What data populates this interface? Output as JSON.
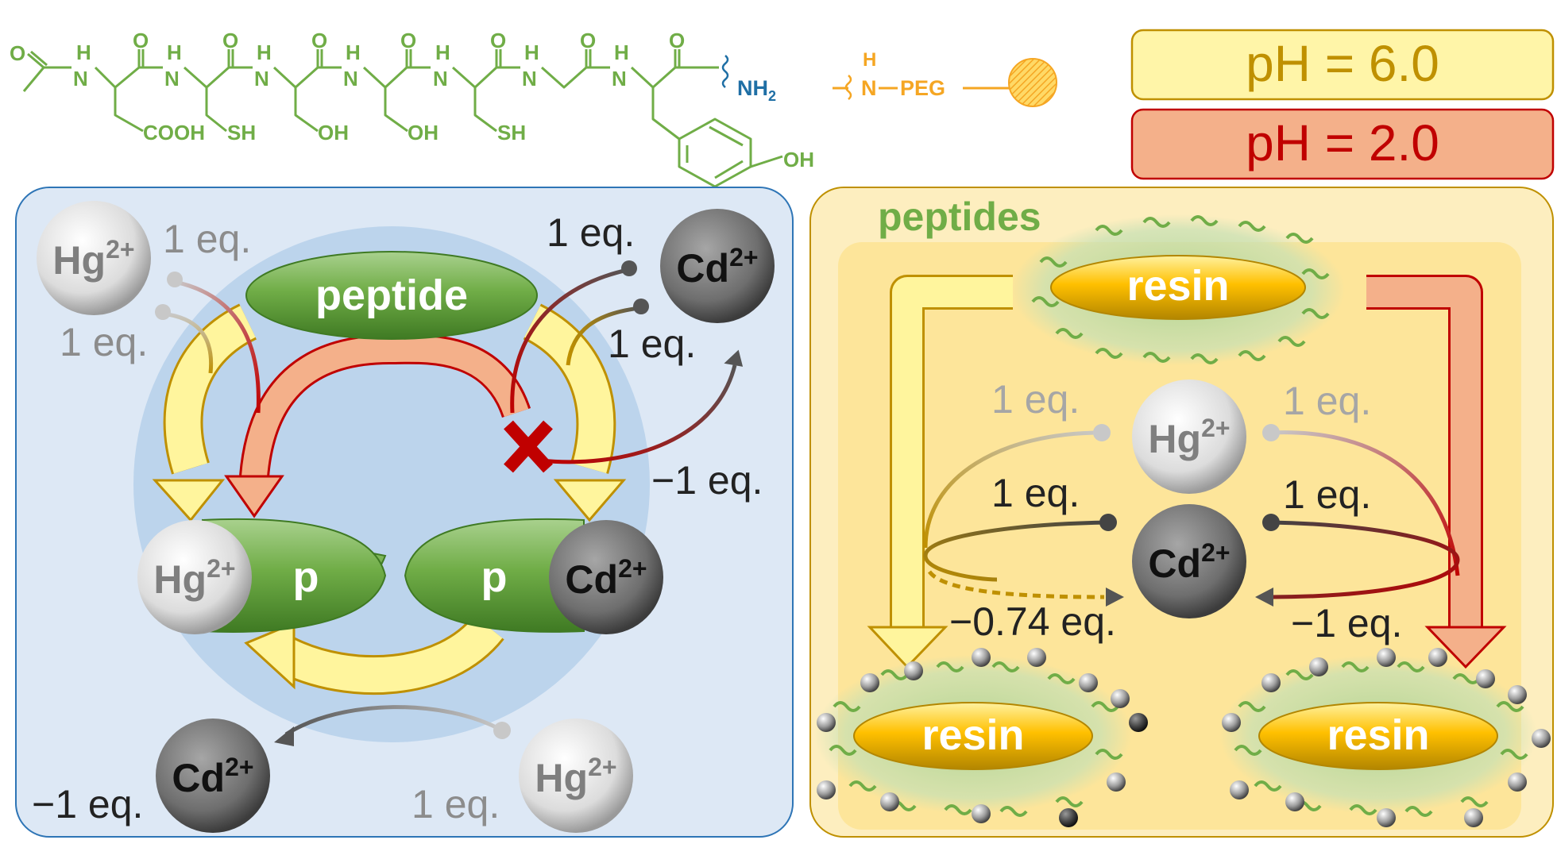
{
  "peptide_structure": {
    "o_label": "O",
    "nh_label": "N",
    "h_label": "H",
    "cooh": "COOH",
    "sh": "SH",
    "oh": "OH",
    "nh2": "NH",
    "nh2_sub": "2",
    "linker_h": "H",
    "linker_n": "N",
    "peg": "PEG"
  },
  "ph_labels": {
    "ph6": "pH = 6.0",
    "ph2": "pH = 2.0"
  },
  "left_panel": {
    "peptide": "peptide",
    "p_left": "p",
    "p_right": "p",
    "hg": "Hg",
    "cd": "Cd",
    "charge": "2+",
    "eq_hg_top": "1 eq.",
    "eq_hg_side": "1 eq.",
    "eq_cd_top": "1 eq.",
    "eq_cd_side": "1 eq.",
    "eq_minus1": "−1 eq.",
    "eq_cd_bottom": "−1 eq.",
    "eq_hg_bottom": "1 eq."
  },
  "right_panel": {
    "peptides": "peptides",
    "resin_top": "resin",
    "resin_left": "resin",
    "resin_right": "resin",
    "hg": "Hg",
    "cd": "Cd",
    "charge": "2+",
    "eq_hg_left": "1 eq.",
    "eq_hg_right": "1 eq.",
    "eq_cd_left": "1 eq.",
    "eq_cd_right": "1 eq.",
    "eq_minus074": "−0.74 eq.",
    "eq_minus1": "−1 eq."
  },
  "colors": {
    "peptide_green": "#70ad47",
    "linker_orange": "#f5a623",
    "nh2_blue": "#1f6fa5",
    "ph6_fill": "#fff5a8",
    "ph2_fill": "#f4b08a",
    "ph6_text": "#bf9000",
    "ph2_text": "#c00000",
    "left_bg": "#dde8f5",
    "right_bg": "#fdeebf"
  }
}
